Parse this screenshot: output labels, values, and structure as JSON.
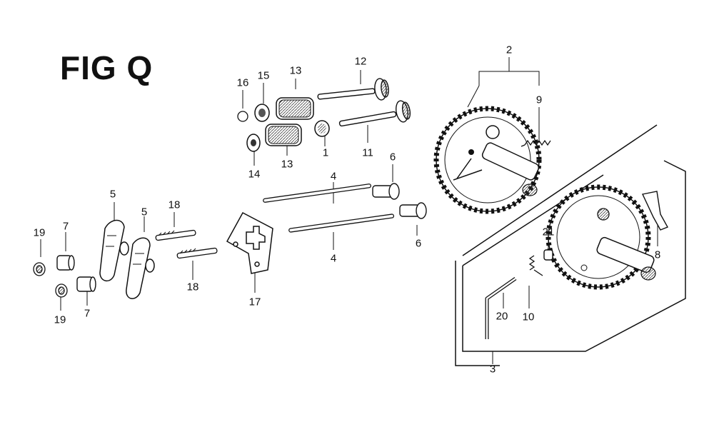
{
  "figure": {
    "title": "FIG Q"
  },
  "callouts": {
    "c1": "1",
    "c2": "2",
    "c3": "3",
    "c4a": "4",
    "c4b": "4",
    "c5a": "5",
    "c5b": "5",
    "c6a": "6",
    "c6b": "6",
    "c7a": "7",
    "c7b": "7",
    "c8": "8",
    "c9": "9",
    "c10": "10",
    "c11": "11",
    "c12": "12",
    "c13a": "13",
    "c13b": "13",
    "c14": "14",
    "c15": "15",
    "c16": "16",
    "c17": "17",
    "c18a": "18",
    "c18b": "18",
    "c19a": "19",
    "c19b": "19",
    "c20": "20",
    "c21": "21"
  }
}
